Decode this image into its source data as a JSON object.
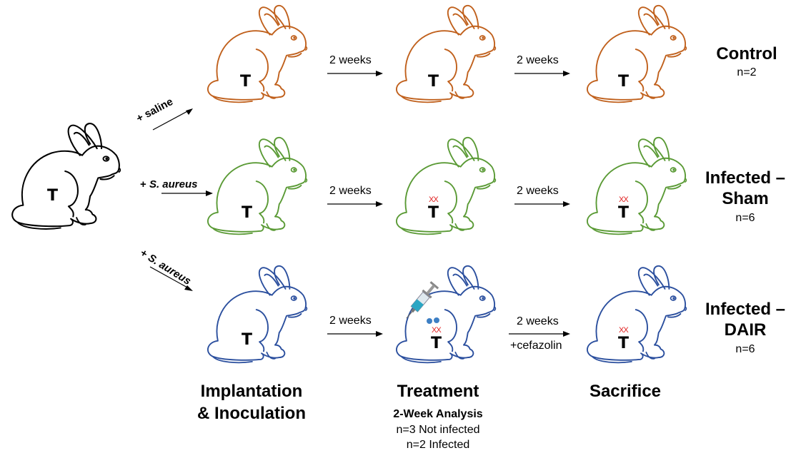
{
  "colors": {
    "control": "#c0601c",
    "sham": "#5a9a35",
    "dair": "#2b4f9e",
    "baseline": "#000000",
    "infection_mark": "#e02020"
  },
  "inoculation": {
    "saline": "+ saline",
    "sham_prefix": "+ ",
    "sham_organism": "S. aureus",
    "dair_prefix": "+ ",
    "dair_organism": "S. aureus"
  },
  "implant_label": "T",
  "infection_mark": "XX",
  "arrows": {
    "interval": "2 weeks",
    "antibiotic": "+cefazolin"
  },
  "groups": [
    {
      "title_line1": "Control",
      "title_line2": "",
      "n": "n=2"
    },
    {
      "title_line1": "Infected –",
      "title_line2": "Sham",
      "n": "n=6"
    },
    {
      "title_line1": "Infected –",
      "title_line2": "DAIR",
      "n": "n=6"
    }
  ],
  "stages": {
    "implantation_line1": "Implantation",
    "implantation_line2": "& Inoculation",
    "treatment": "Treatment",
    "sacrifice": "Sacrifice"
  },
  "analysis": {
    "title": "2-Week Analysis",
    "not_infected": "n=3 Not infected",
    "infected": "n=2 Infected"
  },
  "icons": [
    "rabbit-icon",
    "syringe-icon",
    "implant-icon",
    "arrow-icon"
  ]
}
